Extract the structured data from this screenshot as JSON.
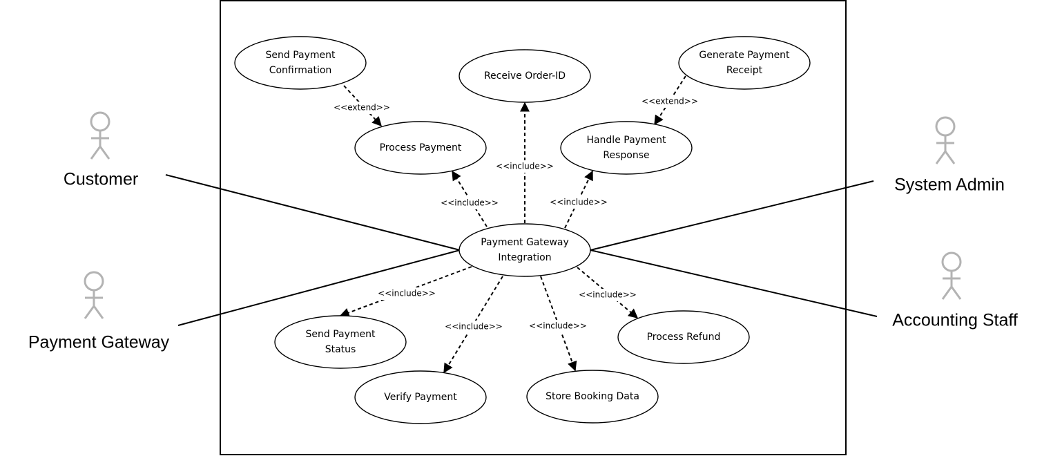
{
  "colors": {
    "line": "#000000",
    "actor_figure": "#b3b3b3",
    "background": "#ffffff"
  },
  "actors": [
    {
      "id": "customer",
      "name": "Customer"
    },
    {
      "id": "payment_gateway",
      "name": "Payment Gateway"
    },
    {
      "id": "system_admin",
      "name": "System Admin"
    },
    {
      "id": "accounting_staff",
      "name": "Accounting Staff"
    }
  ],
  "use_cases": [
    {
      "id": "send_confirmation",
      "lines": [
        "Send Payment",
        "Confirmation"
      ]
    },
    {
      "id": "receive_order",
      "lines": [
        "Receive Order-ID"
      ]
    },
    {
      "id": "generate_receipt",
      "lines": [
        "Generate Payment",
        "Receipt"
      ]
    },
    {
      "id": "process_payment",
      "lines": [
        "Process Payment"
      ]
    },
    {
      "id": "handle_response",
      "lines": [
        "Handle Payment",
        "Response"
      ]
    },
    {
      "id": "gateway_integration",
      "lines": [
        "Payment Gateway",
        "Integration"
      ]
    },
    {
      "id": "send_status",
      "lines": [
        "Send Payment",
        "Status"
      ]
    },
    {
      "id": "verify_payment",
      "lines": [
        "Verify Payment"
      ]
    },
    {
      "id": "store_booking",
      "lines": [
        "Store Booking Data"
      ]
    },
    {
      "id": "process_refund",
      "lines": [
        "Process Refund"
      ]
    }
  ],
  "associations": [
    {
      "actor": "customer",
      "use_case": "gateway_integration"
    },
    {
      "actor": "payment_gateway",
      "use_case": "gateway_integration"
    },
    {
      "actor": "system_admin",
      "use_case": "gateway_integration"
    },
    {
      "actor": "accounting_staff",
      "use_case": "gateway_integration"
    }
  ],
  "relations": [
    {
      "from": "send_confirmation",
      "to": "process_payment",
      "label": "<<extend>>"
    },
    {
      "from": "generate_receipt",
      "to": "handle_response",
      "label": "<<extend>>"
    },
    {
      "from": "gateway_integration",
      "to": "process_payment",
      "label": "<<include>>"
    },
    {
      "from": "gateway_integration",
      "to": "receive_order",
      "label": "<<include>>"
    },
    {
      "from": "gateway_integration",
      "to": "handle_response",
      "label": "<<include>>"
    },
    {
      "from": "gateway_integration",
      "to": "send_status",
      "label": "<<include>>"
    },
    {
      "from": "gateway_integration",
      "to": "verify_payment",
      "label": "<<include>>"
    },
    {
      "from": "gateway_integration",
      "to": "store_booking",
      "label": "<<include>>"
    },
    {
      "from": "gateway_integration",
      "to": "process_refund",
      "label": "<<include>>"
    }
  ]
}
